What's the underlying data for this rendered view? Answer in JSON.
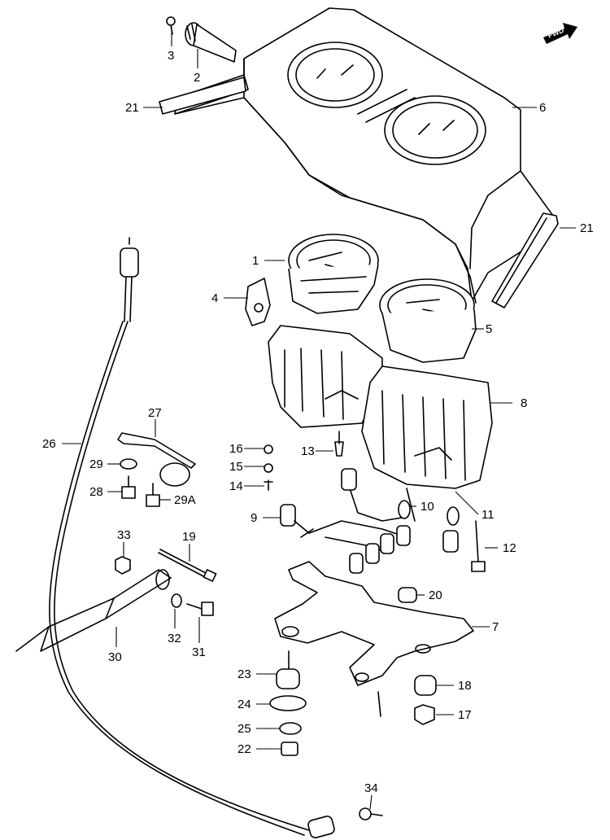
{
  "diagram": {
    "fwd_label": "FWD",
    "callouts": [
      "1",
      "2",
      "3",
      "4",
      "5",
      "6",
      "7",
      "8",
      "9",
      "10",
      "11",
      "12",
      "13",
      "14",
      "15",
      "16",
      "17",
      "18",
      "19",
      "20",
      "21",
      "21",
      "22",
      "23",
      "24",
      "25",
      "26",
      "27",
      "28",
      "29",
      "29A",
      "30",
      "31",
      "32",
      "33",
      "34"
    ]
  }
}
